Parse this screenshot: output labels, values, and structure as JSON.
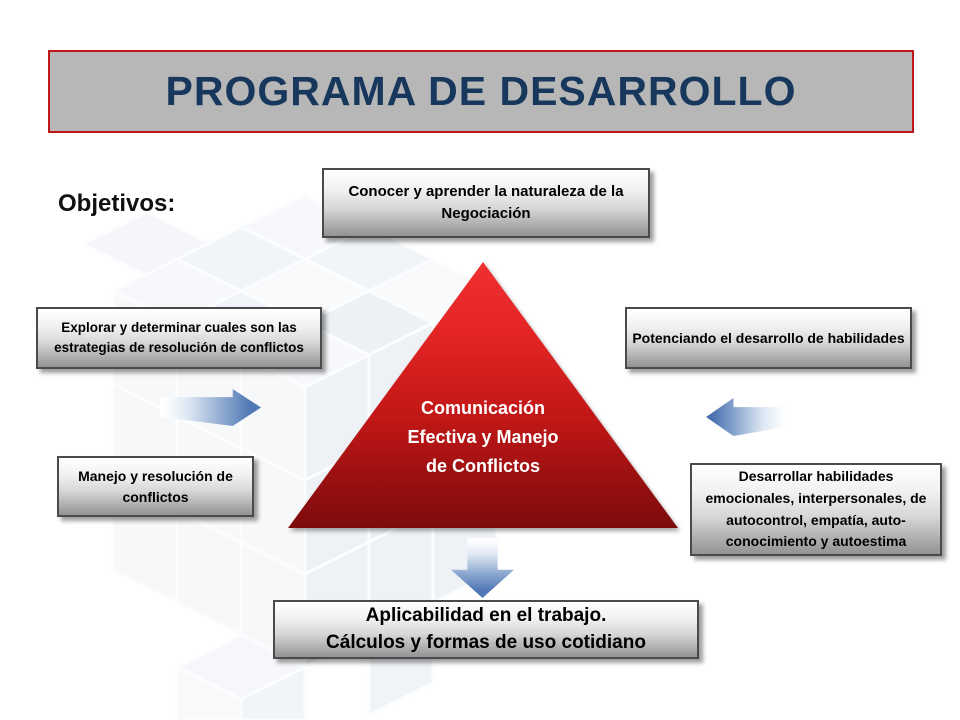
{
  "slide": {
    "title": "PROGRAMA DE DESARROLLO",
    "objectives_label": "Objetivos:"
  },
  "boxes": {
    "top": {
      "text": "Conocer y aprender la naturaleza de la Negociación"
    },
    "left_strategies": {
      "text": "Explorar y determinar cuales son las estrategias de resolución de conflictos"
    },
    "left_management": {
      "text": "Manejo y resolución de conflictos"
    },
    "right_skills": {
      "text": "Potenciando el desarrollo de habilidades"
    },
    "right_emotional": {
      "text": "Desarrollar habilidades emocionales, interpersonales, de autocontrol, empatía, auto-conocimiento y autoestima"
    },
    "bottom": {
      "text": "Aplicabilidad en el trabajo.\nCálculos y formas de uso cotidiano"
    }
  },
  "triangle": {
    "text": "Comunicación\nEfectiva y Manejo\nde Conflictos",
    "fill_top": "#f03030",
    "fill_bottom": "#7c0b0b"
  },
  "colors": {
    "title_text": "#17375d",
    "banner_background": "#b7b7b7",
    "banner_border": "#c01818",
    "box_border": "#4a4a4a",
    "arrow_blue": "#4f77b5",
    "triangle_text": "#ffffff"
  }
}
